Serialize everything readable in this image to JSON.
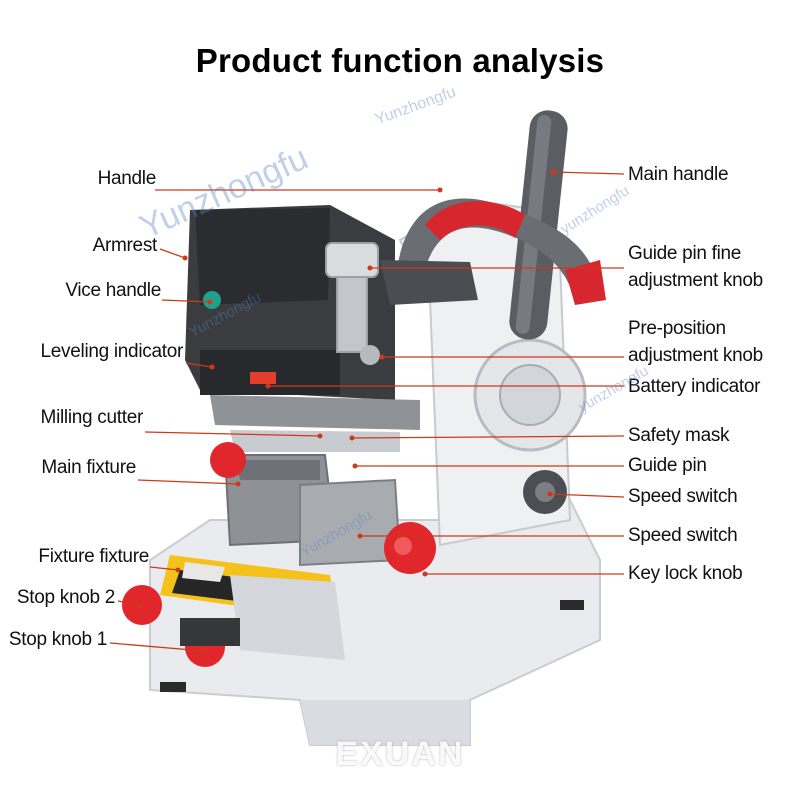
{
  "title": "Product function analysis",
  "labels_left": [
    "Handle",
    "Armrest",
    "Vice handle",
    "Leveling indicator",
    "Milling cutter",
    "Main fixture",
    "Fixture fixture",
    "Stop knob 2",
    "Stop knob 1"
  ],
  "labels_right": [
    "Main handle",
    "Guide pin fine",
    "adjustment knob",
    "Pre-position",
    "adjustment knob",
    "Battery indicator",
    "Safety mask",
    "Guide pin",
    "Speed switch",
    "Speed switch",
    "Key lock knob"
  ],
  "watermarks": [
    "Yunzhongfu",
    "Yunzhongfu",
    "yunzhongfu",
    "Yunzhongfu",
    "yunzhongfu",
    "Yunzhongfu"
  ],
  "brand": "EXUAN",
  "colors": {
    "leader_line": "#cc3a1a",
    "accent_red": "#e1262c",
    "warning_yellow": "#f4c21a",
    "housing_dark": "#3a3c40",
    "watermark": "#5a82c8"
  }
}
